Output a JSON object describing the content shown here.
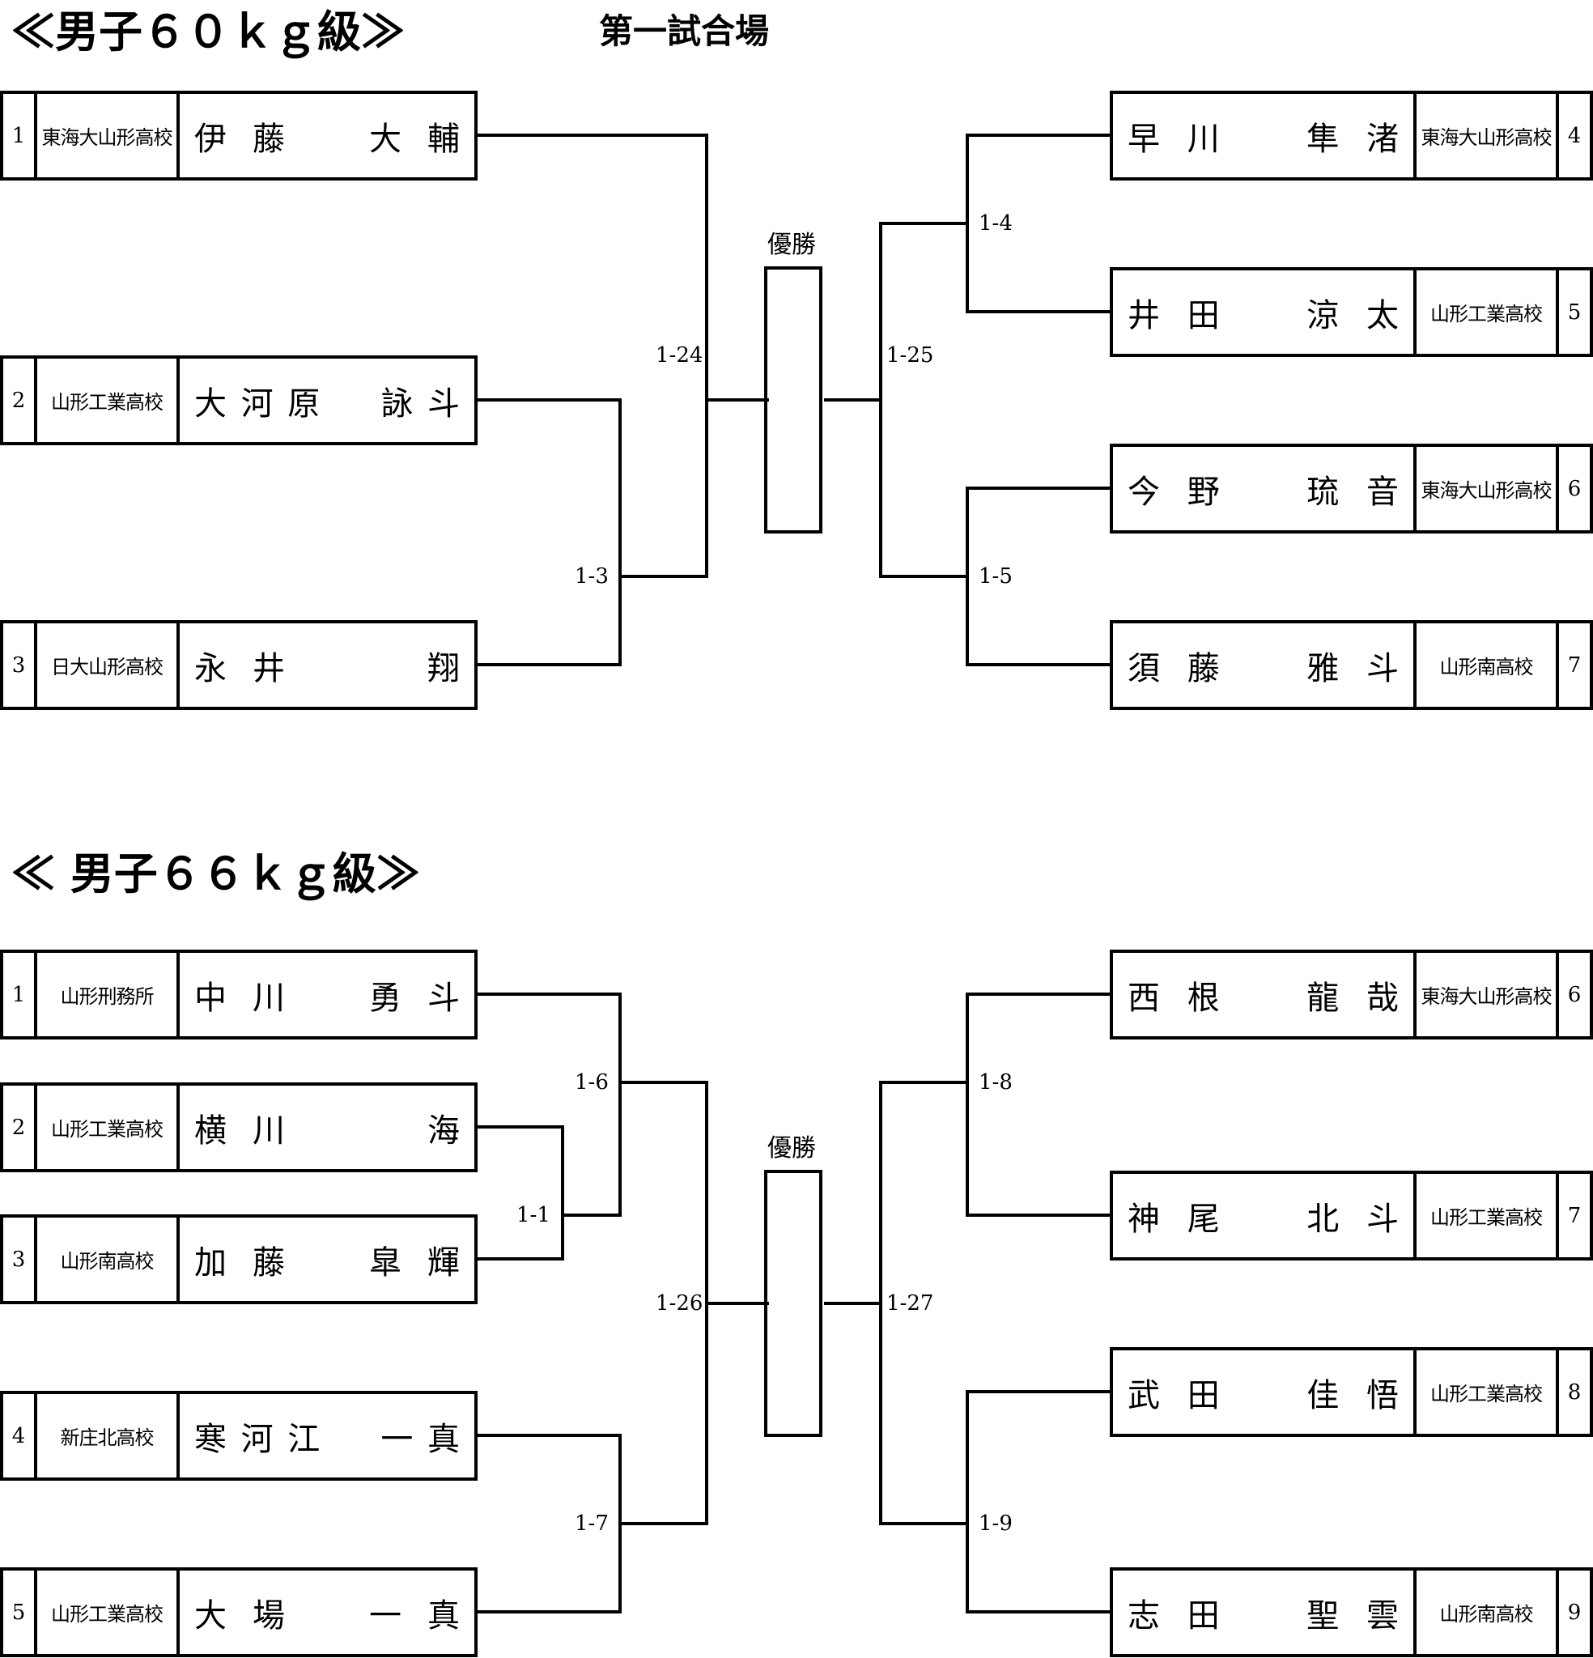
{
  "header": {
    "arena": "第一試合場"
  },
  "brackets": [
    {
      "title": "≪男子６０ｋｇ級≫",
      "winner_label": "優勝",
      "left": [
        {
          "seed": "1",
          "school": "東海大山形高校",
          "name": [
            "伊",
            "藤",
            "",
            "大",
            "輔"
          ]
        },
        {
          "seed": "2",
          "school": "山形工業高校",
          "name": [
            "大",
            "河",
            "原",
            "",
            "詠",
            "斗"
          ]
        },
        {
          "seed": "3",
          "school": "日大山形高校",
          "name": [
            "永",
            "井",
            "",
            "",
            "翔"
          ]
        }
      ],
      "right": [
        {
          "seed": "4",
          "school": "東海大山形高校",
          "name": [
            "早",
            "川",
            "",
            "隼",
            "渚"
          ]
        },
        {
          "seed": "5",
          "school": "山形工業高校",
          "name": [
            "井",
            "田",
            "",
            "涼",
            "太"
          ]
        },
        {
          "seed": "6",
          "school": "東海大山形高校",
          "name": [
            "今",
            "野",
            "",
            "琉",
            "音"
          ]
        },
        {
          "seed": "7",
          "school": "山形南高校",
          "name": [
            "須",
            "藤",
            "",
            "雅",
            "斗"
          ]
        }
      ],
      "matches": [
        "1-3",
        "1-24",
        "1-25",
        "1-4",
        "1-5"
      ]
    },
    {
      "title": "≪ 男子６６ｋｇ級≫",
      "winner_label": "優勝",
      "left": [
        {
          "seed": "1",
          "school": "山形刑務所",
          "name": [
            "中",
            "川",
            "",
            "勇",
            "斗"
          ]
        },
        {
          "seed": "2",
          "school": "山形工業高校",
          "name": [
            "横",
            "川",
            "",
            "",
            "海"
          ]
        },
        {
          "seed": "3",
          "school": "山形南高校",
          "name": [
            "加",
            "藤",
            "",
            "皐",
            "輝"
          ]
        },
        {
          "seed": "4",
          "school": "新庄北高校",
          "name": [
            "寒",
            "河",
            "江",
            "",
            "一",
            "真"
          ]
        },
        {
          "seed": "5",
          "school": "山形工業高校",
          "name": [
            "大",
            "場",
            "",
            "一",
            "真"
          ]
        }
      ],
      "right": [
        {
          "seed": "6",
          "school": "東海大山形高校",
          "name": [
            "西",
            "根",
            "",
            "龍",
            "哉"
          ]
        },
        {
          "seed": "7",
          "school": "山形工業高校",
          "name": [
            "神",
            "尾",
            "",
            "北",
            "斗"
          ]
        },
        {
          "seed": "8",
          "school": "山形工業高校",
          "name": [
            "武",
            "田",
            "",
            "佳",
            "悟"
          ]
        },
        {
          "seed": "9",
          "school": "山形南高校",
          "name": [
            "志",
            "田",
            "",
            "聖",
            "雲"
          ]
        }
      ],
      "matches": [
        "1-1",
        "1-6",
        "1-7",
        "1-26",
        "1-27",
        "1-8",
        "1-9"
      ]
    }
  ]
}
